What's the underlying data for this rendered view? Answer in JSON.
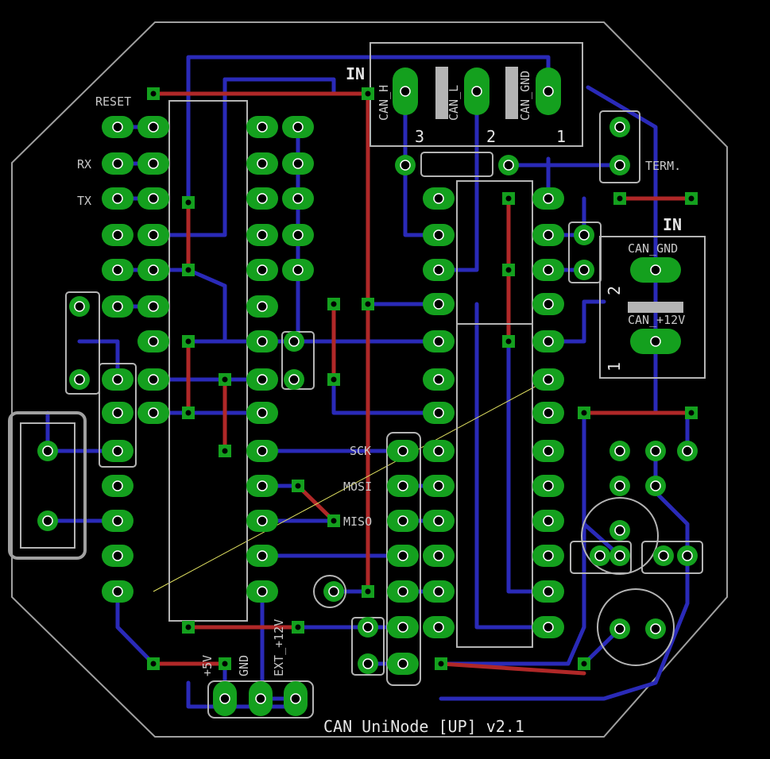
{
  "board": {
    "title": "CAN UniNode [UP] v2.1",
    "colors": {
      "background": "#000000",
      "outline": "#a0a0a0",
      "silkscreen": "#c8c8c8",
      "pad": "#14a01e",
      "bottom_trace": "#2a2ab8",
      "top_trace": "#b02828",
      "airwire": "#e0e060"
    }
  },
  "labels": {
    "reset": "RESET",
    "rx": "RX",
    "tx": "TX",
    "sck": "SCK",
    "mosi": "MOSI",
    "miso": "MISO",
    "term": "TERM.",
    "in_top": "IN",
    "in_right": "IN",
    "can_h": "CAN_H",
    "can_l": "CAN_L",
    "can_gnd_top": "CAN_GND",
    "can_gnd_right": "CAN_GND",
    "can_12v": "CAN_+12V",
    "pin3": "3",
    "pin2": "2",
    "pin1": "1",
    "pin_r2": "2",
    "pin_r1": "1",
    "plus5v": "+5V",
    "gnd": "GND",
    "ext12v": "EXT_+12V"
  }
}
